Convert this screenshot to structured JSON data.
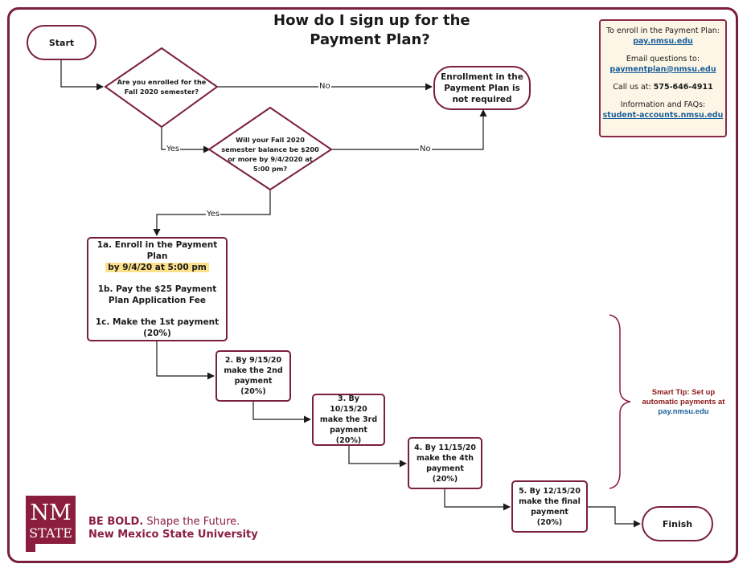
{
  "title": {
    "line1": "How do I sign up for the",
    "line2": "Payment Plan?"
  },
  "info_box": {
    "enroll_label": "To enroll in the Payment Plan:",
    "enroll_link": "pay.nmsu.edu",
    "email_label": "Email questions to:",
    "email_link": "paymentplan@nmsu.edu",
    "call_label": "Call us at:",
    "phone": "575-646-4911",
    "faq_label": "Information and FAQs:",
    "faq_link": "student-accounts.nmsu.edu"
  },
  "nodes": {
    "start": "Start",
    "q1": "Are you enrolled for the Fall 2020 semester?",
    "not_required": "Enrollment in the Payment Plan is not required",
    "q2": "Will your Fall 2020 semester balance be $200 or more by 9/4/2020 at 5:00 pm?",
    "step1a": "1a. Enroll in the Payment Plan",
    "step1a_deadline": "by 9/4/20 at 5:00 pm",
    "step1b": "1b. Pay the $25 Payment Plan Application Fee",
    "step1c": "1c. Make the 1st payment (20%)",
    "step2": "2. By 9/15/20 make the 2nd payment (20%)",
    "step3": "3. By 10/15/20 make the 3rd payment (20%)",
    "step4": "4. By 11/15/20 make the 4th payment (20%)",
    "step5": "5. By 12/15/20 make the final payment (20%)",
    "finish": "Finish"
  },
  "edges": {
    "no1": "No",
    "yes1": "Yes",
    "no2": "No",
    "yes2": "Yes"
  },
  "smart_tip": {
    "text": "Smart Tip: Set up automatic payments at",
    "url": "pay.nmsu.edu"
  },
  "branding": {
    "logo_top": "NM",
    "logo_bottom": "STATE",
    "tagline_bold": "BE BOLD.",
    "tagline_rest": " Shape the Future.",
    "university": "New Mexico State University"
  },
  "colors": {
    "accent": "#7a1f3d",
    "link": "#1a5f9a",
    "highlight": "#fde08a",
    "info_bg": "#fdf6e6",
    "tip": "#8b1a1a"
  }
}
